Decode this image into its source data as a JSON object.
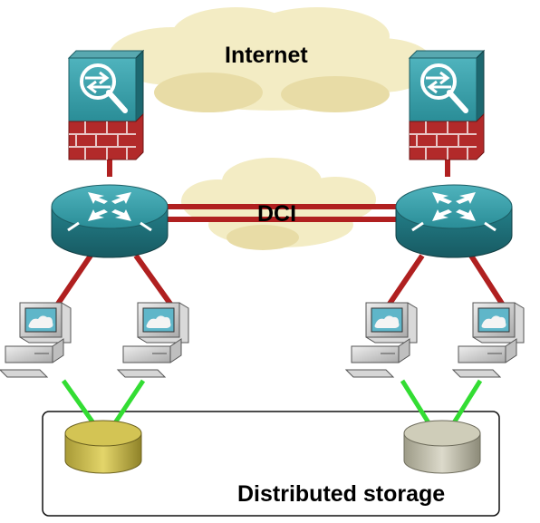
{
  "labels": {
    "internet": "Internet",
    "dci": "DCI",
    "storage_box": "Distributed storage"
  },
  "nodes": {
    "firewalls": [
      {
        "name": "firewall-left",
        "icon": "firewall-icon"
      },
      {
        "name": "firewall-right",
        "icon": "firewall-icon"
      }
    ],
    "routers": [
      {
        "name": "router-left",
        "icon": "router-icon"
      },
      {
        "name": "router-right",
        "icon": "router-icon"
      }
    ],
    "servers": [
      {
        "name": "server-1",
        "icon": "workstation-icon"
      },
      {
        "name": "server-2",
        "icon": "workstation-icon"
      },
      {
        "name": "server-3",
        "icon": "workstation-icon"
      },
      {
        "name": "server-4",
        "icon": "workstation-icon"
      }
    ],
    "storage": [
      {
        "name": "storage-left",
        "icon": "disk-icon",
        "color": "#c8b84a"
      },
      {
        "name": "storage-right",
        "icon": "disk-icon",
        "color": "#c6c4ae"
      }
    ]
  },
  "colors": {
    "network_link": "#b02020",
    "storage_link": "#33dd33",
    "teal": "#2a8d97",
    "cloud": "#f3ecc4",
    "firewall_brick": "#b22a2a"
  }
}
